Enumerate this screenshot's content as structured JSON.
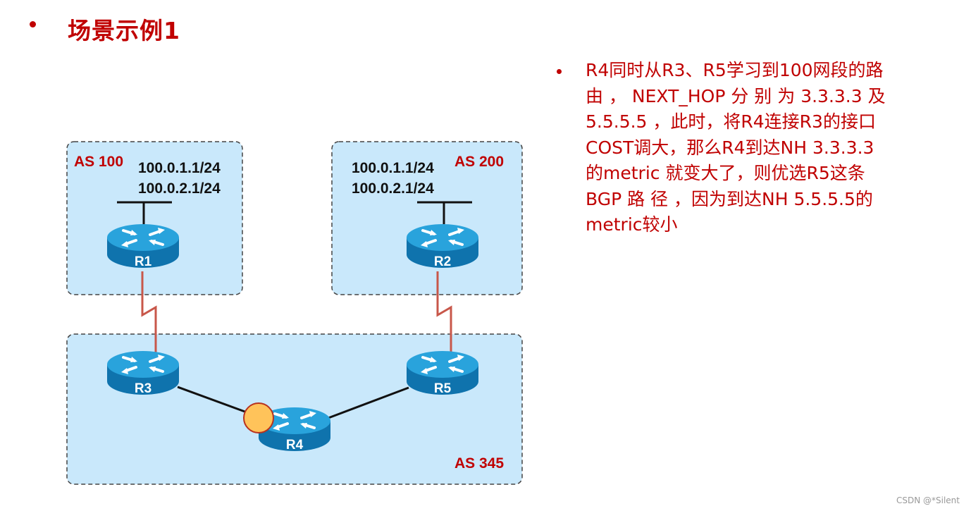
{
  "slide": {
    "title": "场景示例1",
    "description_lines": [
      "R4同时从R3、R5学习到100网段的路",
      "由 ， NEXT_HOP 分 别 为 3.3.3.3 及",
      "5.5.5.5 ，此时，将R4连接R3的接口",
      "COST调大，那么R4到达NH  3.3.3.3",
      "的metric 就变大了，则优选R5这条",
      "BGP 路 径 ，因为到达NH  5.5.5.5的",
      "metric较小"
    ],
    "watermark": "CSDN @*Silent"
  },
  "diagram": {
    "autonomous_systems": [
      {
        "id": "as100",
        "label": "AS 100",
        "prefixes": [
          "100.0.1.1/24",
          "100.0.2.1/24"
        ]
      },
      {
        "id": "as200",
        "label": "AS 200",
        "prefixes": [
          "100.0.1.1/24",
          "100.0.2.1/24"
        ]
      },
      {
        "id": "as345",
        "label": "AS 345"
      }
    ],
    "routers": [
      {
        "id": "r1",
        "label": "R1",
        "as": "AS 100"
      },
      {
        "id": "r2",
        "label": "R2",
        "as": "AS 200"
      },
      {
        "id": "r3",
        "label": "R3",
        "as": "AS 345"
      },
      {
        "id": "r4",
        "label": "R4",
        "as": "AS 345"
      },
      {
        "id": "r5",
        "label": "R5",
        "as": "AS 345"
      }
    ],
    "links": [
      {
        "from": "R1",
        "to": "R3",
        "type": "serial"
      },
      {
        "from": "R2",
        "to": "R5",
        "type": "serial"
      },
      {
        "from": "R3",
        "to": "R4",
        "type": "ethernet"
      },
      {
        "from": "R4",
        "to": "R5",
        "type": "ethernet"
      }
    ],
    "highlight": {
      "router": "R4",
      "interface_toward": "R3",
      "color": "#ffc35a"
    },
    "colors": {
      "as_fill": "#c9e8fb",
      "router_top": "#29a3dc",
      "router_side": "#0f73ad",
      "serial_link": "#c8574a",
      "label_red": "#c00000"
    }
  }
}
